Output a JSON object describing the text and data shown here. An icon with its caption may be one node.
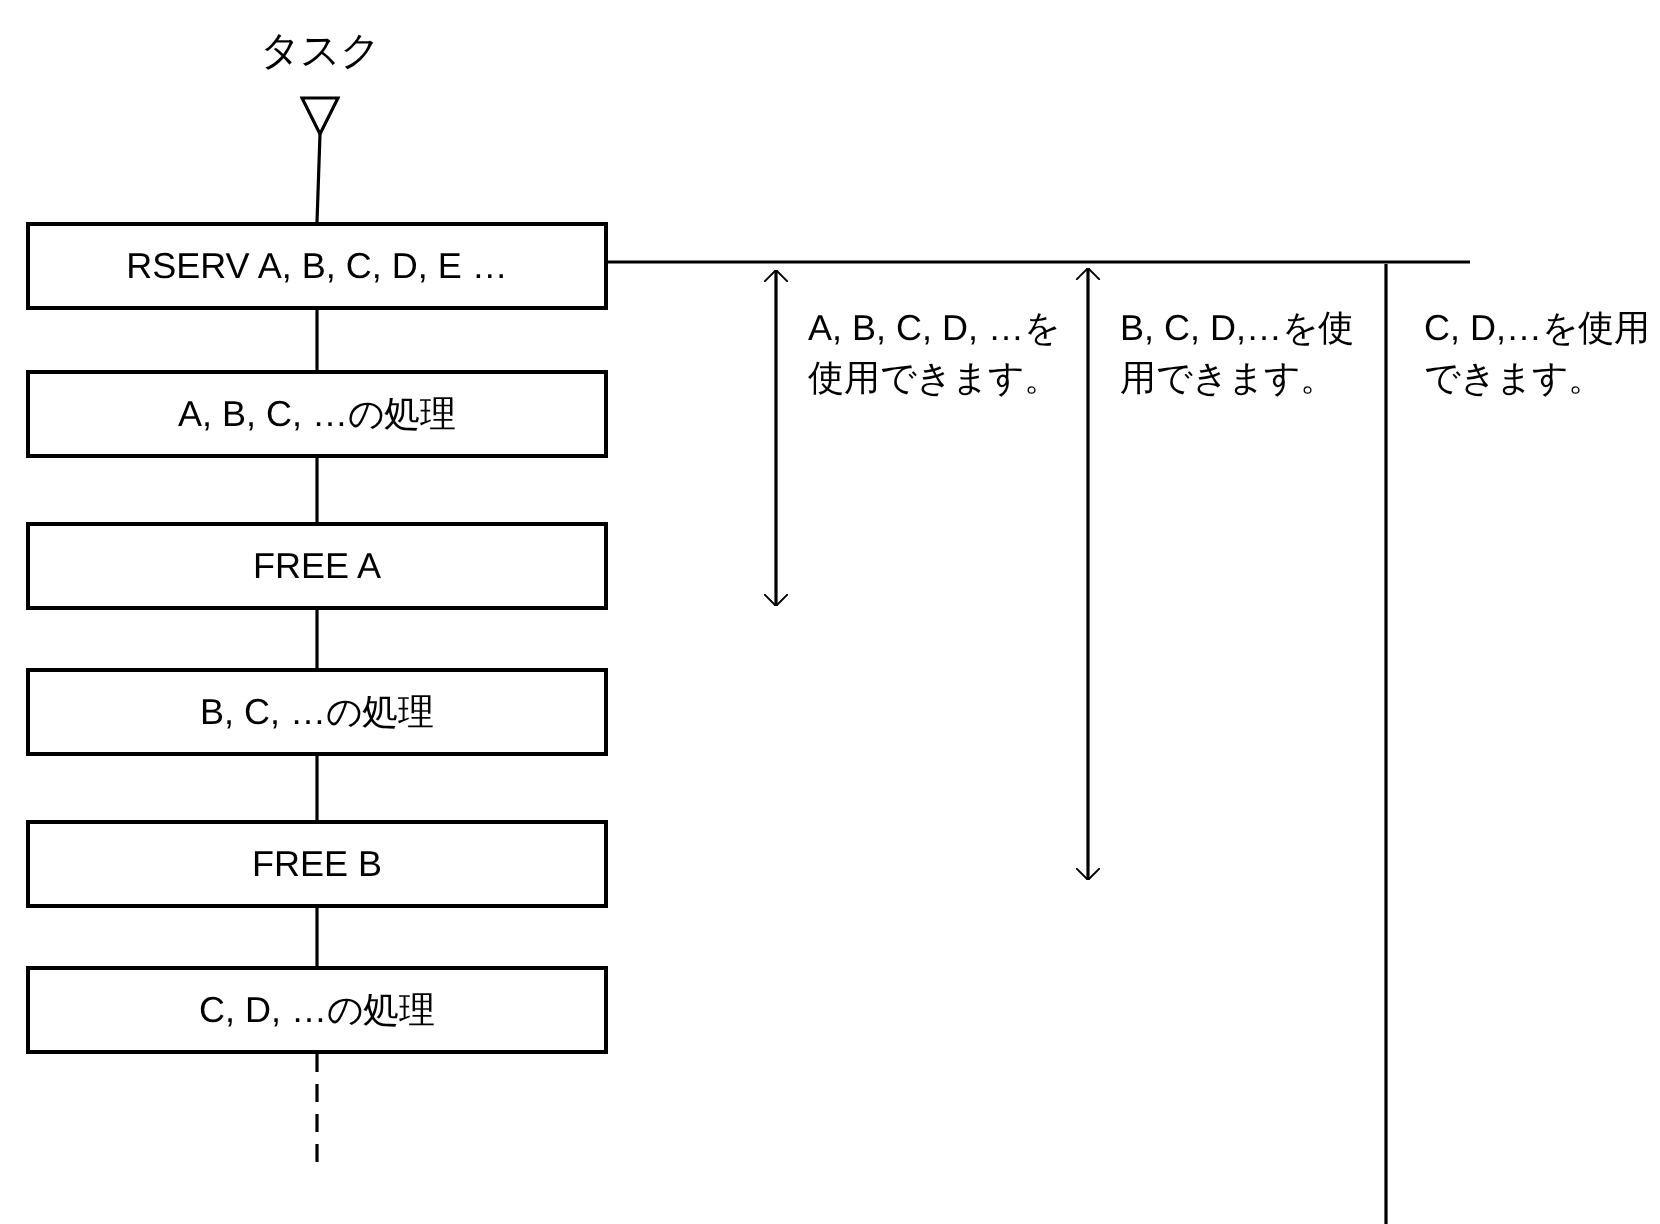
{
  "diagram": {
    "nodes": [
      {
        "text": [
          "タスク"
        ]
      },
      {
        "text": [
          "RSERV A, B, C, D, E …"
        ]
      },
      {
        "text": [
          "A, B, C, …の処理"
        ]
      },
      {
        "text": [
          "FREE A"
        ]
      },
      {
        "text": [
          "B, C, …の処理"
        ]
      },
      {
        "text": [
          "FREE B"
        ]
      },
      {
        "text": [
          "C, D, …の処理"
        ]
      }
    ],
    "edges": [
      {
        "from": 0,
        "to": 1,
        "arrow": "none"
      },
      {
        "from": 1,
        "to": 2,
        "arrow": "none"
      },
      {
        "from": 2,
        "to": 3,
        "arrow": "none"
      },
      {
        "from": 3,
        "to": 4,
        "arrow": "none"
      },
      {
        "from": 4,
        "to": 5,
        "arrow": "none"
      },
      {
        "from": 5,
        "to": 6,
        "arrow": "none"
      },
      {
        "from": 6,
        "to": null,
        "arrow": "none",
        "style": "dashed"
      },
      {
        "from": 1,
        "to": null,
        "arrow": "none"
      }
    ],
    "labels": [
      "A, B, C, D, …を使用できます。",
      "B, C, D,…を使用できます。",
      "C, D,…を使用できます。"
    ]
  }
}
